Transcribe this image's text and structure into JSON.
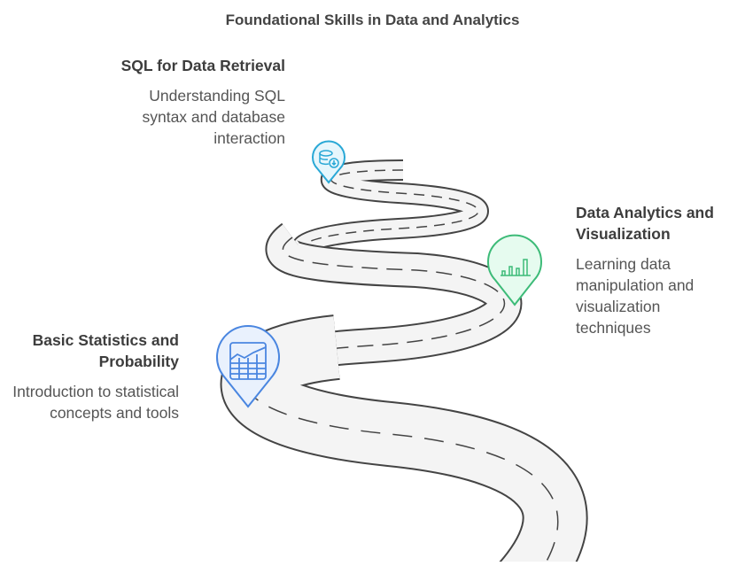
{
  "title": "Foundational Skills in Data and Analytics",
  "milestones": [
    {
      "title": "SQL for Data Retrieval",
      "description": "Understanding SQL syntax and database interaction",
      "icon": "database-download-icon",
      "color": "#29a8d6"
    },
    {
      "title": "Data Analytics and Visualization",
      "description": "Learning data manipulation and visualization techniques",
      "icon": "bar-chart-icon",
      "color": "#3dbb78"
    },
    {
      "title": "Basic Statistics and Probability",
      "description": "Introduction to statistical concepts and tools",
      "icon": "area-chart-grid-icon",
      "color": "#4a86e0"
    }
  ]
}
